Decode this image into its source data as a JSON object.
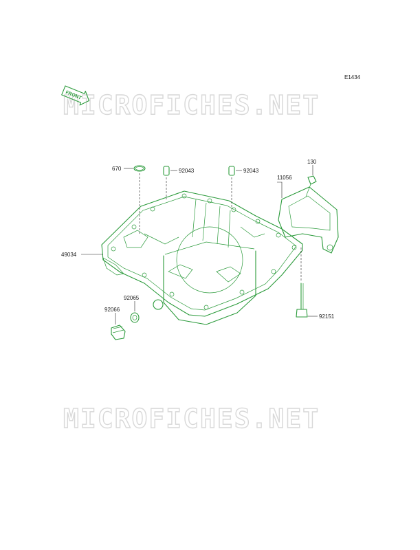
{
  "diagram": {
    "code": "E1434",
    "front_label": "FRONT",
    "watermark": "MICROFICHES.NET",
    "parts": [
      {
        "id": "p670",
        "number": "670"
      },
      {
        "id": "p92043a",
        "number": "92043"
      },
      {
        "id": "p92043b",
        "number": "92043"
      },
      {
        "id": "p130",
        "number": "130"
      },
      {
        "id": "p11056",
        "number": "11056"
      },
      {
        "id": "p49034",
        "number": "49034"
      },
      {
        "id": "p92065",
        "number": "92065"
      },
      {
        "id": "p92066",
        "number": "92066"
      },
      {
        "id": "p92151",
        "number": "92151"
      }
    ],
    "colors": {
      "line_art": "#2a9a3a",
      "labels": "#1a1a1a",
      "watermark": "#d8d8d8"
    }
  }
}
